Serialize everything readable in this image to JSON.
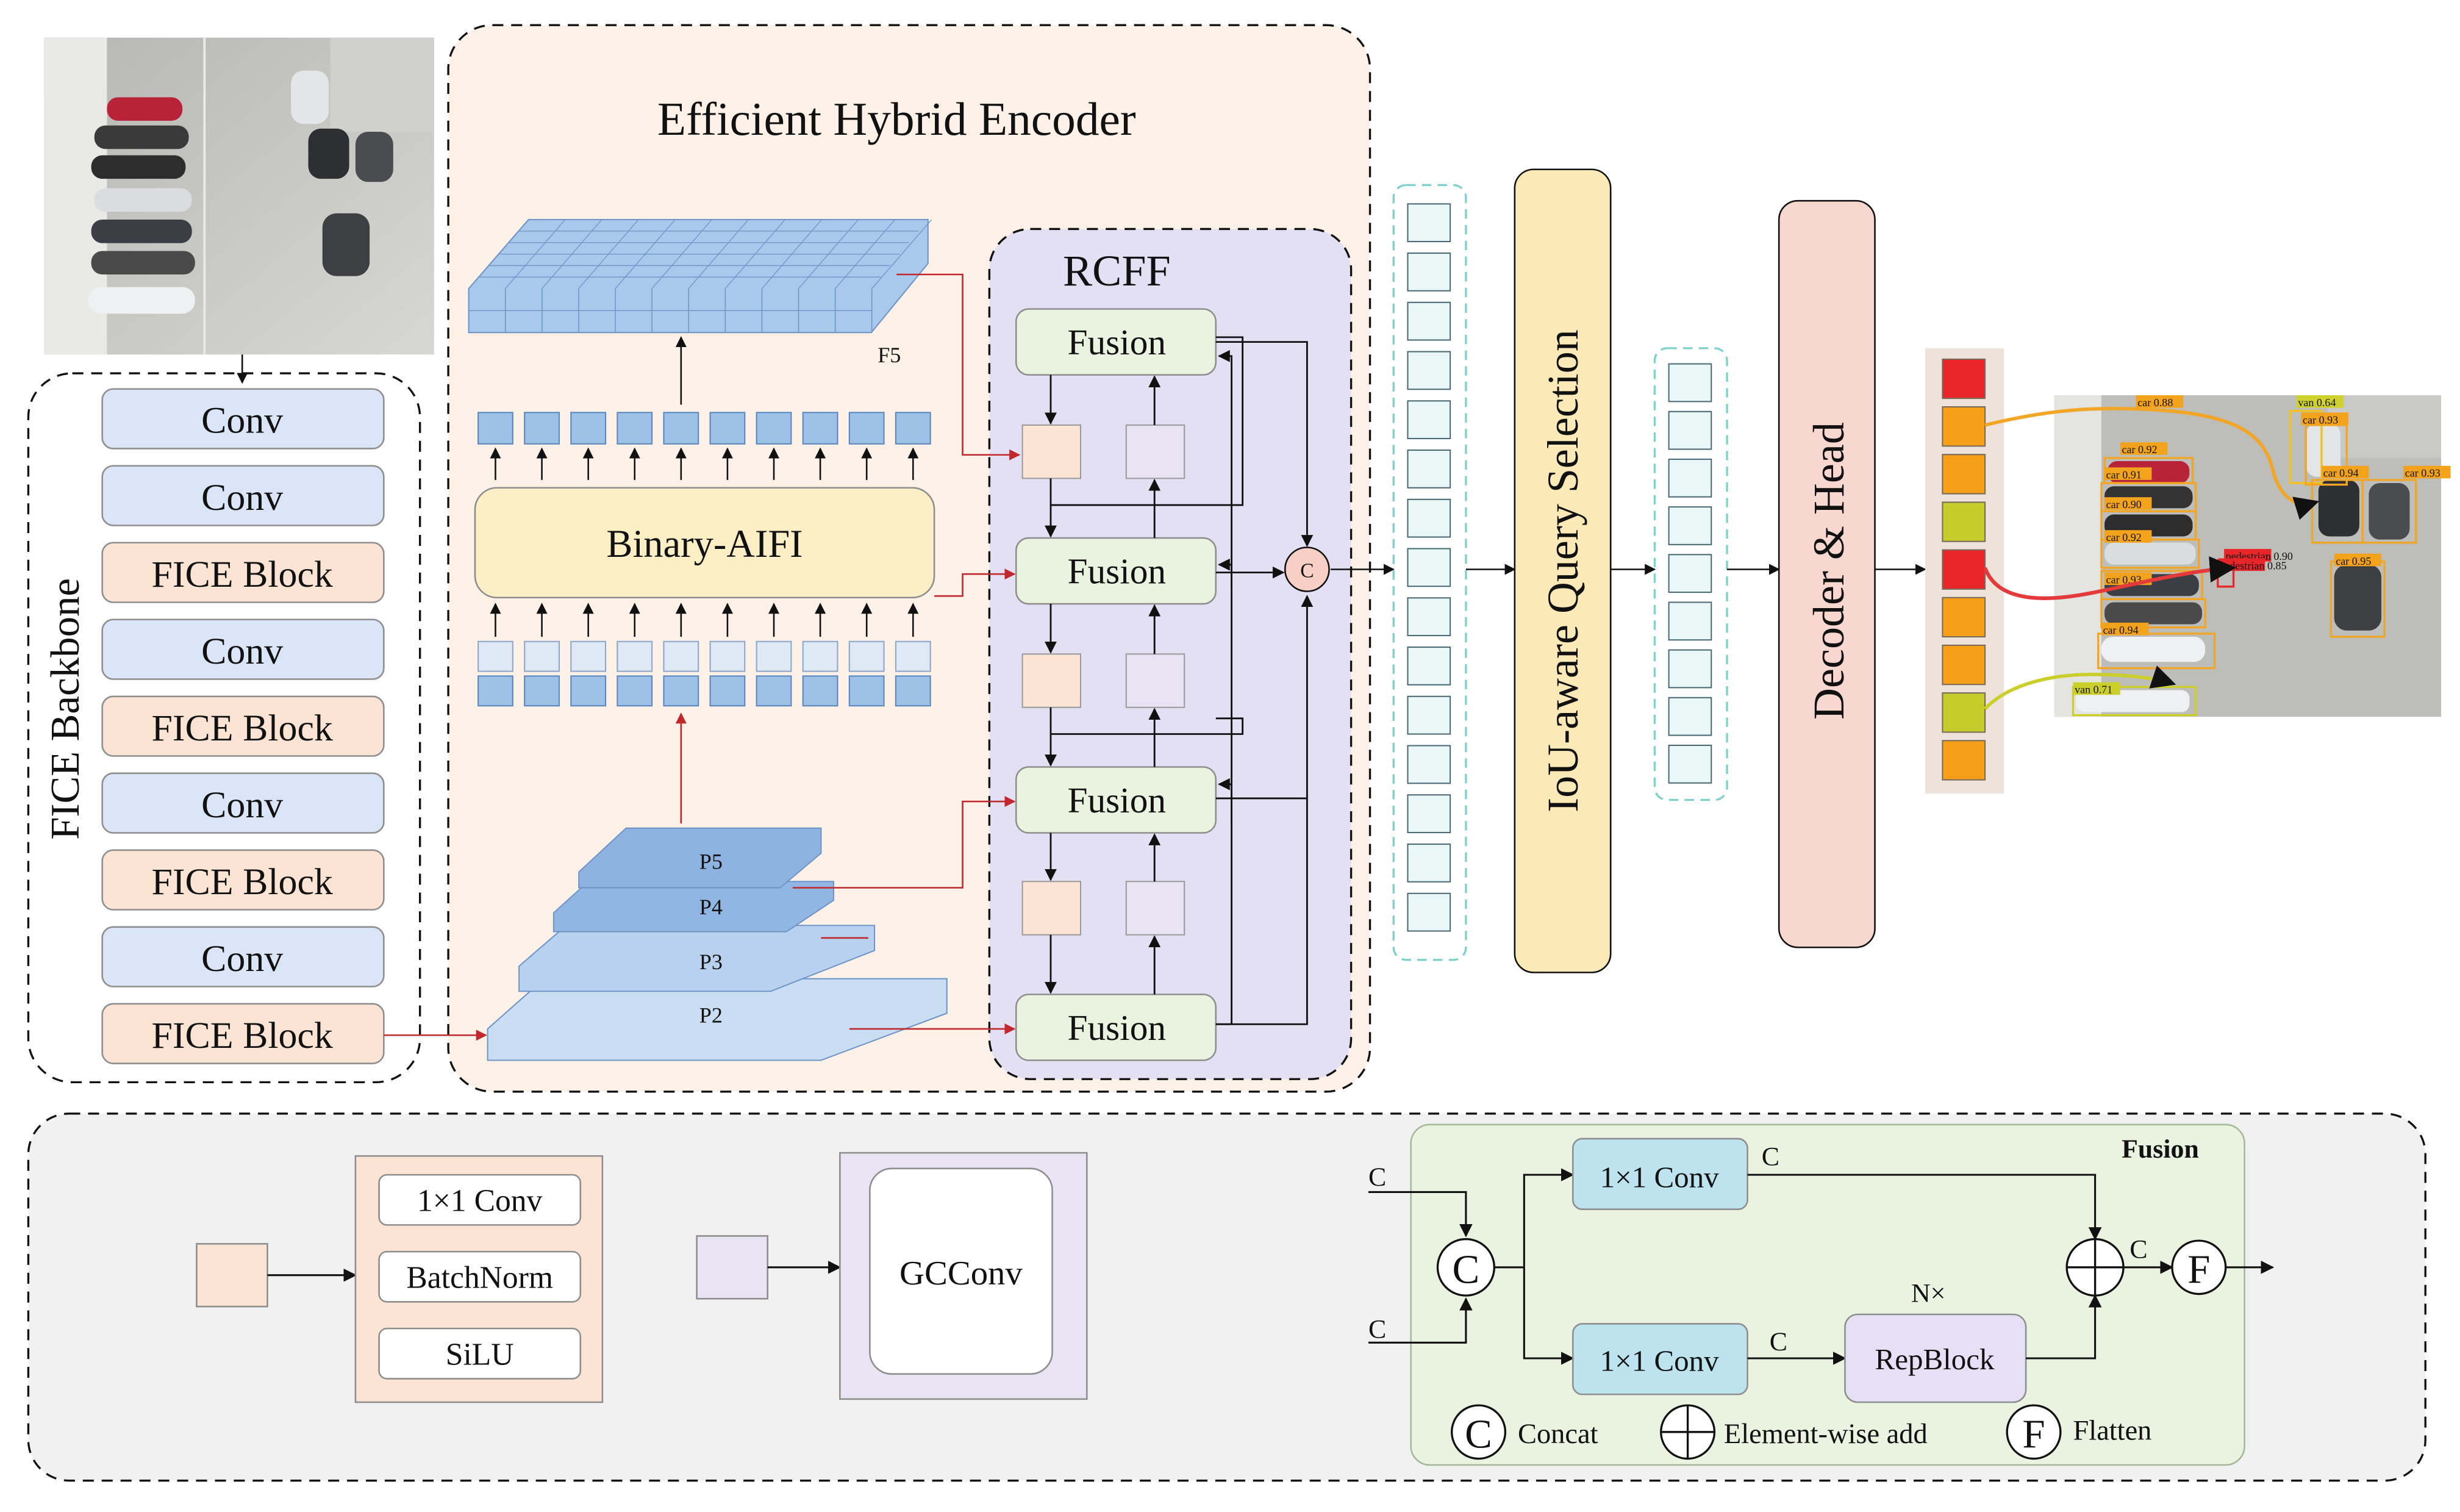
{
  "colors": {
    "conv_fill": "#dae6f8",
    "fice_fill": "#fbe4d4",
    "encoder_bg": "#fdf1e8",
    "rcff_bg": "#e4e0f3",
    "fusion_fill": "#e9f3e0",
    "aifi_fill": "#fcefc6",
    "query_fill": "#fbe9b7",
    "decoder_fill": "#f7d7cf",
    "legend_bg": "#f1f1f1",
    "token_fill": "#e9f7f6",
    "token_border": "#7fd1cb",
    "red_line": "#c0282d",
    "cube_fill": "#a8c8ec",
    "sq_peach": "#fbe4d4",
    "sq_lavender": "#e9e4f4",
    "conv1x1_fill": "#bde3ee",
    "repblock_fill": "#e5e0f5"
  },
  "backbone": {
    "title": "FICE  Backbone",
    "layers": [
      "Conv",
      "Conv",
      "FICE Block",
      "Conv",
      "FICE Block",
      "Conv",
      "FICE Block",
      "Conv",
      "FICE Block"
    ]
  },
  "encoder": {
    "title": "Efficient Hybrid Encoder",
    "f5_label": "F5",
    "aifi_label": "Binary-AIFI",
    "pyramid": [
      "P5",
      "P4",
      "P3",
      "P2"
    ]
  },
  "rcff": {
    "title": "RCFF",
    "fusion_label": "Fusion",
    "concat_symbol": "C"
  },
  "query_selection": {
    "label": "IoU-aware Query Selection"
  },
  "decoder": {
    "label": "Decoder  &  Head"
  },
  "output_slots": {
    "colors": [
      "#e8262a",
      "#f6a01a",
      "#f6a01a",
      "#c6cc2c",
      "#e8262a",
      "#f6a01a",
      "#f6a01a",
      "#c6cc2c",
      "#f6a01a"
    ]
  },
  "input_image": {
    "icon": "aerial-parking-photo"
  },
  "detections": {
    "labels": [
      "car 0.88",
      "van 0.64",
      "car 0.93",
      "car 0.92",
      "car 0.91",
      "car 0.94",
      "car 0.93",
      "car 0.90",
      "car 0.92",
      "pedestrian 0.90",
      "pedestrian 0.85",
      "car 0.95",
      "car 0.93",
      "car 0.94",
      "van 0.71"
    ]
  },
  "legend": {
    "conv_block": [
      "1×1 Conv",
      "BatchNorm",
      "SiLU"
    ],
    "gcconv_label": "GCConv",
    "fusion": {
      "title": "Fusion",
      "c_label": "C",
      "conv_label": "1×1 Conv",
      "repblock_label": "RepBlock",
      "repeat_label": "N×",
      "flatten_symbol": "F",
      "concat_label": "Concat",
      "add_label": "Element-wise add",
      "flatten_label": "Flatten"
    }
  }
}
